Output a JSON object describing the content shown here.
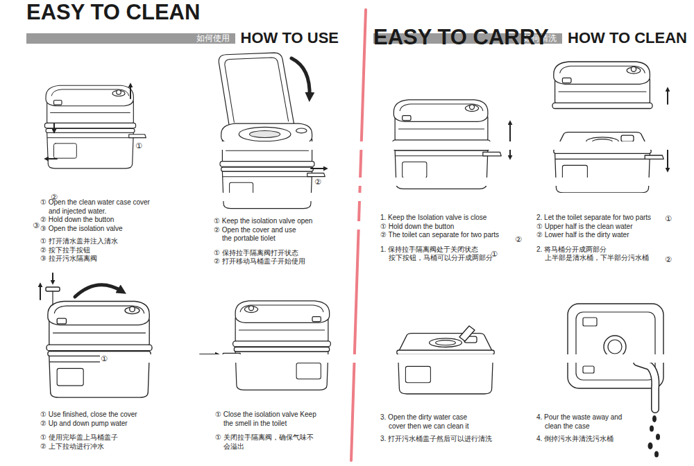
{
  "diagram": {
    "title": "EASY TO CLEAN",
    "nodes": [
      {
        "text": [
          "如何使用",
          "HOW TO USE"
        ]
      },
      {
        "text": [
          "如何清洗",
          "HOW TO CLEAN"
        ]
      }
    ],
    "labels": [
      "EASY TO CARRY",
      "①",
      "②",
      "③",
      "① Open the clean water case cover and injected water.",
      "② Hold down the button",
      "③ Open the isolation valve",
      "① 打开清水盖并注入清水",
      "② 按下拉手按钮",
      "③ 拉开污水隔离阀",
      "②",
      "① Keep the isolation valve open",
      "② Open the cover and use the portable tiolet",
      "① 保持拉手隔离阀打开状态",
      "② 打开移动马桶盖子开始使用",
      "①",
      "① Use finished, close the cover",
      "② Up and down pump water",
      "① 使用完毕盖上马桶盖子",
      "② 上下拉动进行冲水",
      "① Close the isolation valve Keep the smell in the toilet",
      "① 关闭拉手隔离阀，确保气味不会溢出",
      "①",
      "②",
      "1. Keep the Isolation valve is close",
      "① Hold down the button",
      "② The toilet can separate for two parts",
      "1. 保持拉手隔离阀处于关闭状态 按下按钮，马桶可以分开成两部分",
      "①",
      "②",
      "2. Let the toilet separate for two parts",
      "① Upper half is the clean water",
      "② Lower half is the dirty water",
      "2. 将马桶分开成两部分 上半部是清水桶，下半部分污水桶",
      "3. Open the dirty water case cover then we can clean it",
      "3. 打开污水桶盖子然后可以进行清洗",
      "4. Pour the waste away and clean the case",
      "4. 倒掉污水并清洗污水桶"
    ]
  }
}
